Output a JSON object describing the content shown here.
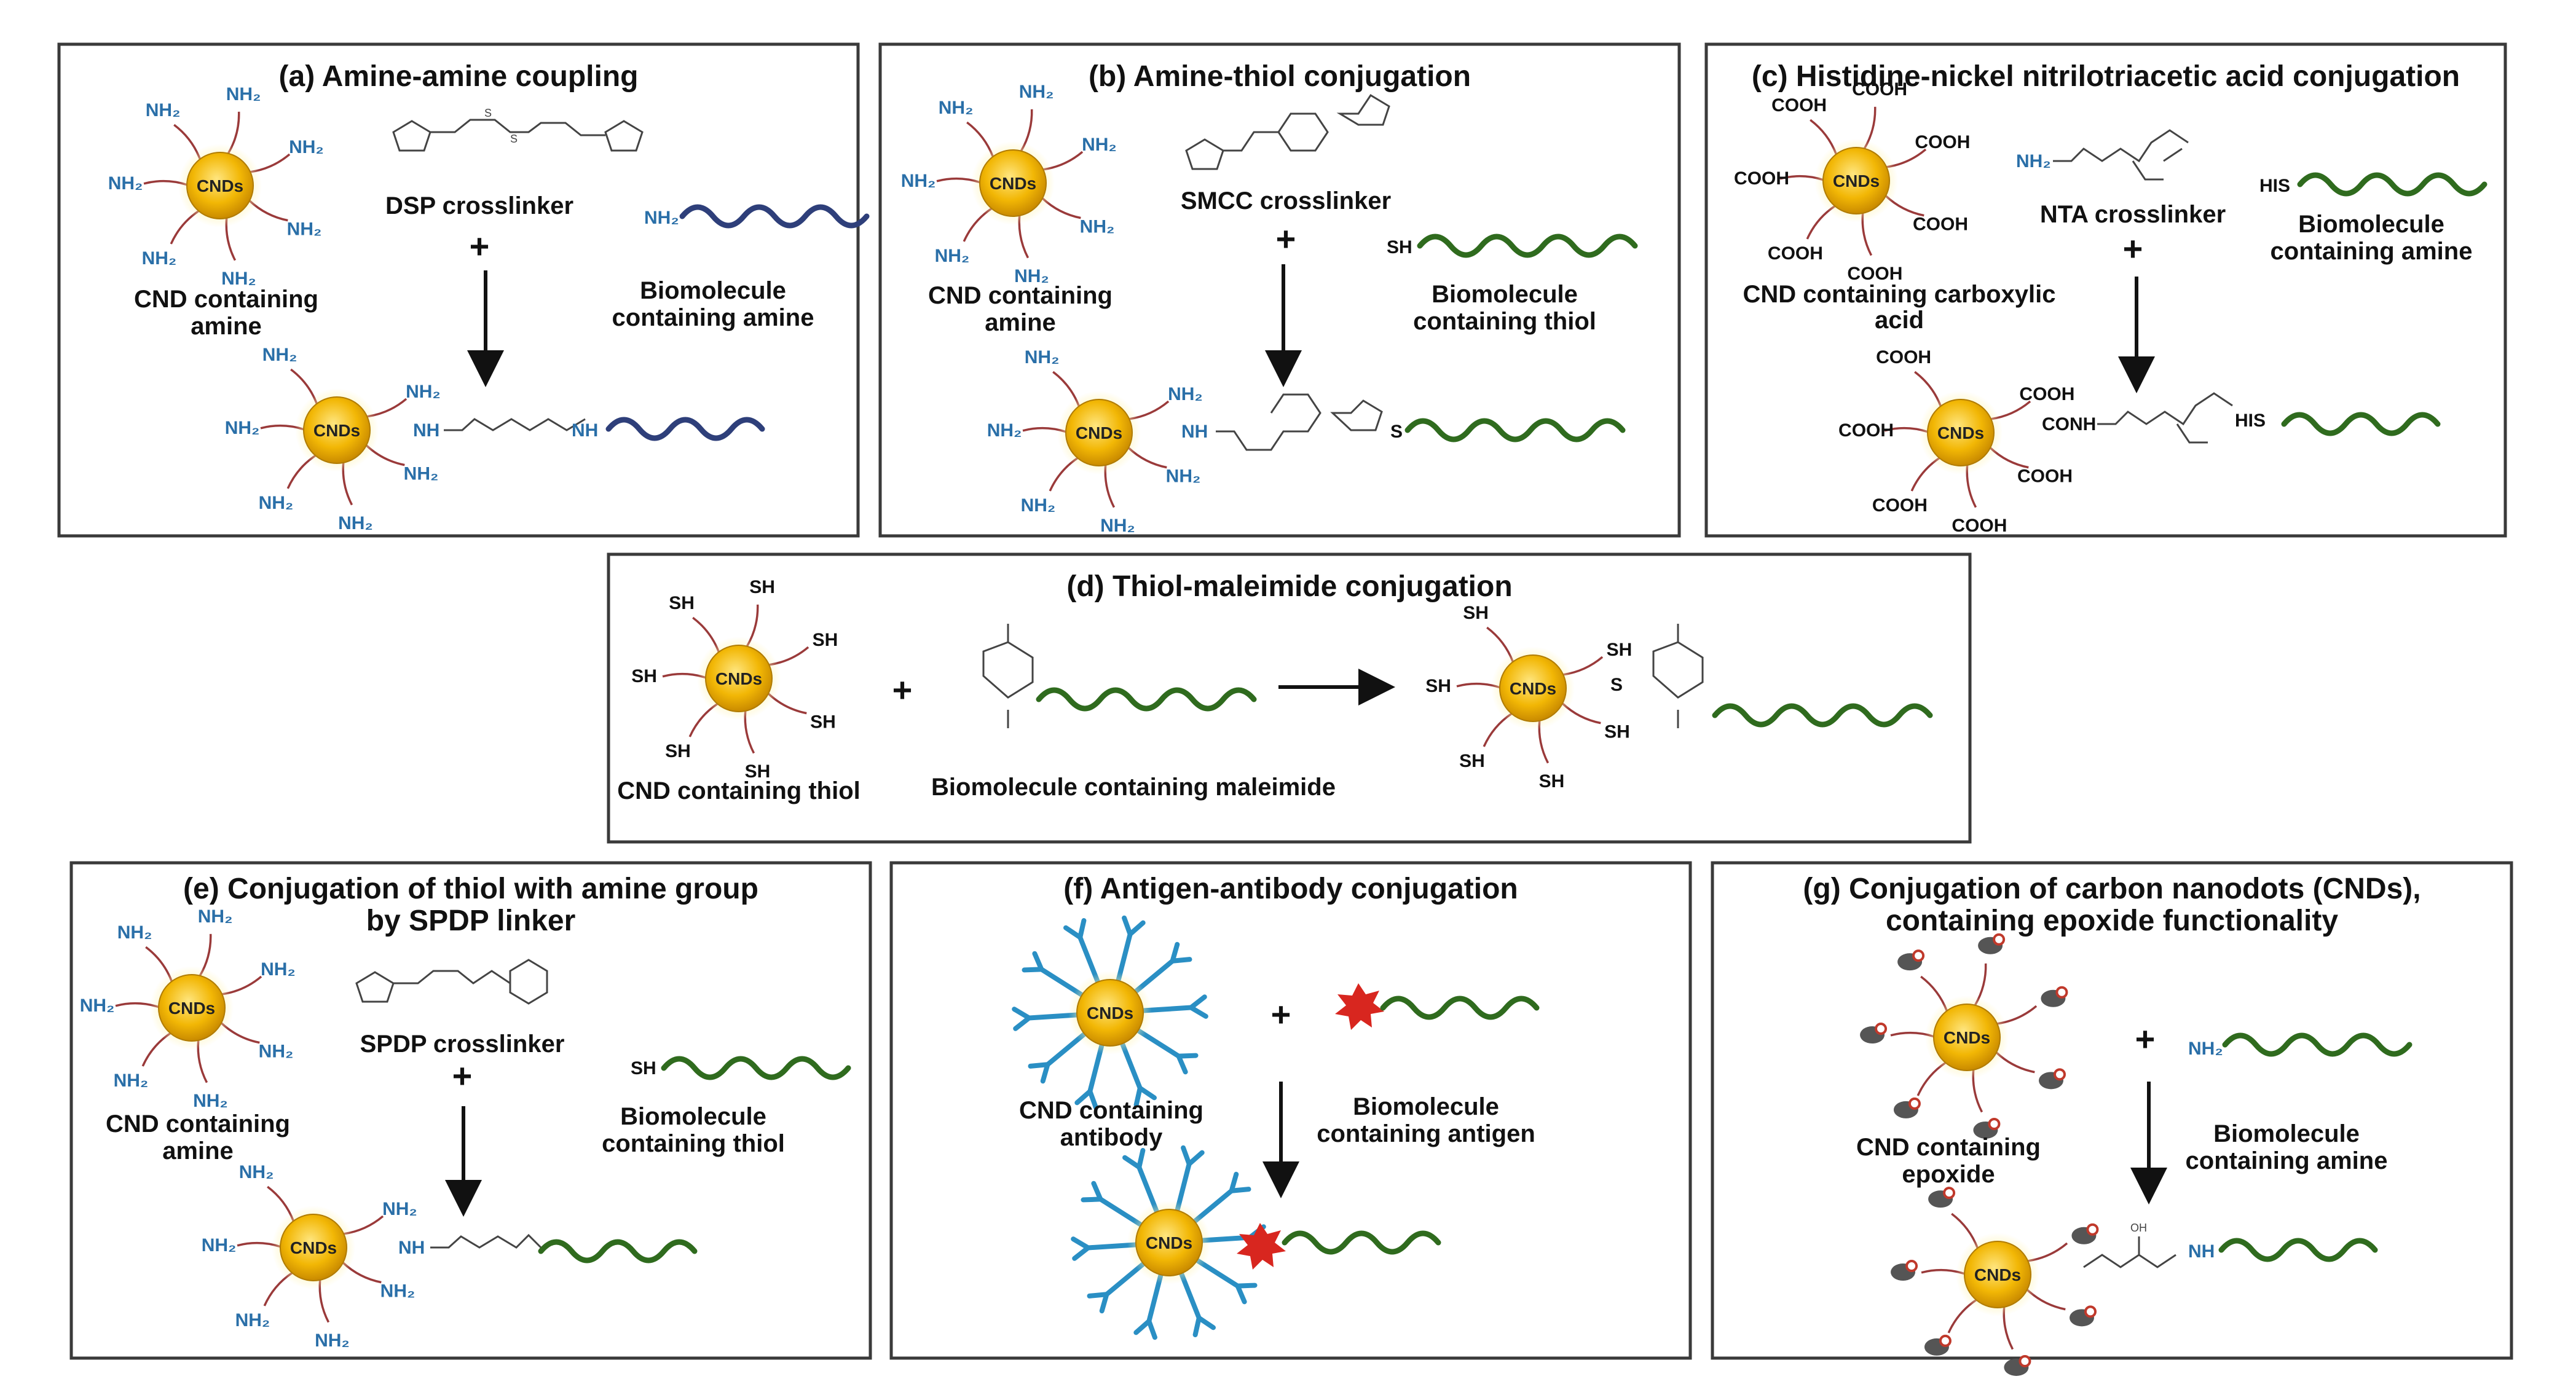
{
  "cnd_core_label": "CNDs",
  "groups": {
    "amine": "NH₂",
    "carboxyl": "COOH",
    "thiol": "SH",
    "nh": "NH",
    "conh": "CONH",
    "s": "S",
    "his": "HIS",
    "oh": "OH"
  },
  "panels": {
    "a": {
      "title": "(a) Amine-amine coupling",
      "crosslinker": "DSP crosslinker",
      "cnd_label_1": "CND containing",
      "cnd_label_2": "amine",
      "bio_label_1": "Biomolecule",
      "bio_label_2": "containing amine",
      "plus": "+"
    },
    "b": {
      "title": "(b) Amine-thiol conjugation",
      "crosslinker": "SMCC crosslinker",
      "cnd_label_1": "CND containing",
      "cnd_label_2": "amine",
      "bio_label_1": "Biomolecule",
      "bio_label_2": "containing thiol",
      "plus": "+"
    },
    "c": {
      "title": "(c) Histidine-nickel nitrilotriacetic acid conjugation",
      "crosslinker": "NTA crosslinker",
      "cnd_label_1": "CND containing carboxylic",
      "cnd_label_2": "acid",
      "bio_label_1": "Biomolecule",
      "bio_label_2": "containing amine",
      "plus": "+"
    },
    "d": {
      "title": "(d) Thiol-maleimide conjugation",
      "cnd_label": "CND containing thiol",
      "bio_label": "Biomolecule containing maleimide",
      "plus": "+"
    },
    "e": {
      "title_1": "(e) Conjugation of thiol with amine group",
      "title_2": "by SPDP linker",
      "crosslinker": "SPDP crosslinker",
      "cnd_label_1": "CND containing",
      "cnd_label_2": "amine",
      "bio_label_1": "Biomolecule",
      "bio_label_2": "containing thiol",
      "plus": "+"
    },
    "f": {
      "title": "(f) Antigen-antibody conjugation",
      "cnd_label_1": "CND containing",
      "cnd_label_2": "antibody",
      "bio_label_1": "Biomolecule",
      "bio_label_2": "containing antigen",
      "plus": "+"
    },
    "g": {
      "title_1": "(g) Conjugation of carbon nanodots (CNDs),",
      "title_2": "containing epoxide functionality",
      "cnd_label_1": "CND containing",
      "cnd_label_2": "epoxide",
      "bio_label_1": "Biomolecule",
      "bio_label_2": "containing amine",
      "plus": "+"
    }
  },
  "colors": {
    "cnd_core": "#f2b705",
    "cnd_glow": "#fff3b0",
    "bond": "#9a3a3a",
    "amine_text": "#2a6fa8",
    "biomolecule_green": "#2f6b1e",
    "biomolecule_navy": "#2e3f7a",
    "antibody": "#2a8fc4",
    "antigen": "#d8261f"
  }
}
